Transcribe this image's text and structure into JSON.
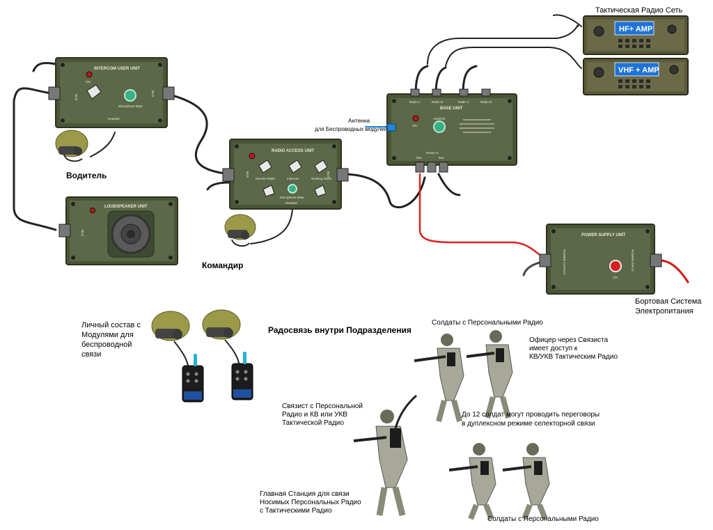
{
  "units": {
    "intercom": {
      "title": "INTERCOM USER UNIT",
      "on": "ON",
      "bus_left": "BUS",
      "bus_right": "BUS",
      "mute": "Microphone Mute",
      "headset": "Headset"
    },
    "loudspeaker": {
      "title": "LOUDSPEAKER UNIT",
      "bus": "BUS"
    },
    "radio_access": {
      "title": "RADIO ACCESS UNIT",
      "bus_left": "BUS",
      "bus_right": "BUS",
      "monitor": "Monitor Radio",
      "intercom": "Intercom",
      "working": "Working Radio",
      "mute": "Microphone Mute",
      "headset": "Headset"
    },
    "base": {
      "title": "BASE UNIT",
      "radio_a": "Radio A",
      "radio_b": "Radio B",
      "radio_c": "Radio C",
      "radio_d": "Radio D",
      "on": "ON",
      "assign": "ASSIGN",
      "bus_left": "Bus",
      "power_in": "Power In",
      "bus_right": "Bus"
    },
    "power_supply": {
      "title": "POWER SUPPLY UNIT",
      "output": "POWER OUTPUT",
      "input": "POWER INPUT",
      "on": "ON"
    }
  },
  "radios": {
    "hf": "HF+ AMP",
    "vhf": "VHF + AMP"
  },
  "labels": {
    "tactical_net": "Тактическая Радио Сеть",
    "antenna_1": "Антенна",
    "antenna_2": "для Беспроводных модулей",
    "driver": "Водитель",
    "commander": "Командир",
    "onboard_power_1": "Бортовая Система",
    "onboard_power_2": "Электропитания",
    "personnel_1": "Личный состав с",
    "personnel_2": "Модулями для",
    "personnel_3": "беспроводной",
    "personnel_4": "связи",
    "unit_radio": "Радосвязь внутри Подразделения",
    "soldiers_top": "Солдаты с Персональными Радио",
    "officer_1": "Офицер через Связиста",
    "officer_2": "имеет доступ к",
    "officer_3": "КВ/УКВ Тактическим Радио",
    "signalman_1": "Связист с Персональной",
    "signalman_2": "Радио и КВ или УКВ",
    "signalman_3": "Тактической Радио",
    "duplex_1": "До 12 солдат могут проводить переговоры",
    "duplex_2": "в дуплексном режиме селекторной связи",
    "main_station_1": "Главная Станция для связи",
    "main_station_2": "Носимых Персональных Радио",
    "main_station_3": "с Тактическими Радио",
    "soldiers_bottom": "Солдаты с Персональными Радио"
  },
  "colors": {
    "unit_body": "#4f5a3c",
    "unit_face": "#5c6847",
    "helmet": "#9a9a48",
    "cable_power": "#e02020",
    "radio_panel": "#1e73d8",
    "radio_body": "#5a5a3a"
  }
}
